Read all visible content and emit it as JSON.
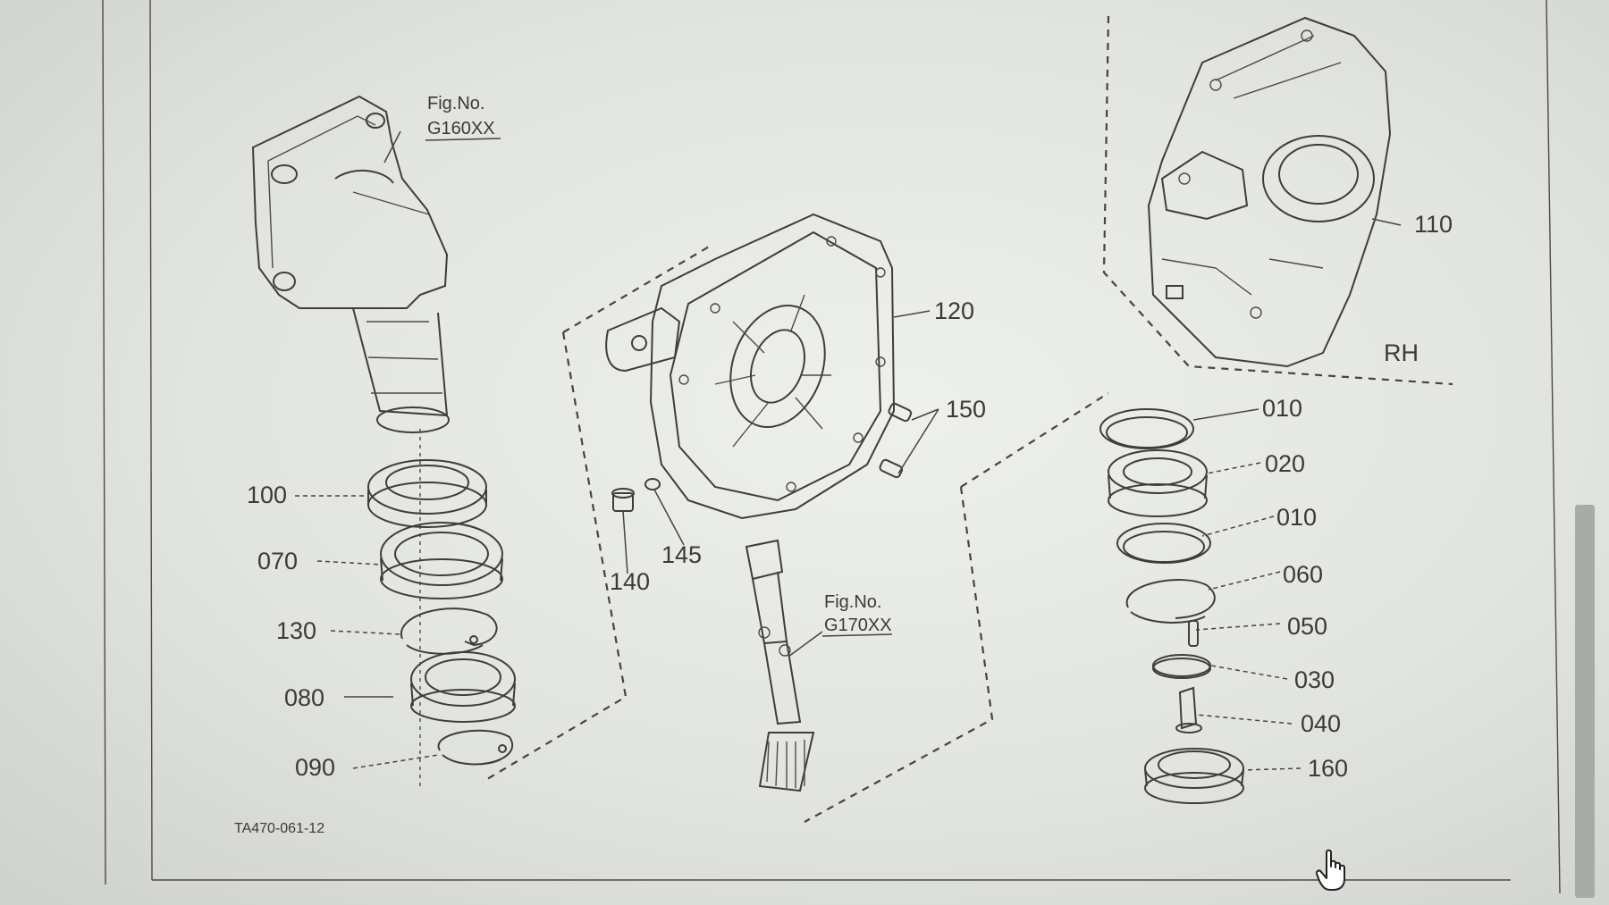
{
  "diagram": {
    "plate_code": "TA470-061-12",
    "side_label": "RH",
    "figure_refs": [
      {
        "line1": "Fig.No.",
        "line2": "G160XX"
      },
      {
        "line1": "Fig.No.",
        "line2": "G170XX"
      }
    ],
    "callouts": [
      "100",
      "070",
      "130",
      "080",
      "090",
      "120",
      "150",
      "140",
      "145",
      "110",
      "010",
      "020",
      "010",
      "060",
      "050",
      "030",
      "040",
      "160"
    ]
  },
  "colors": {
    "background": "#e6e8e4",
    "ink": "#3d3d3d"
  },
  "icons": {
    "cursor": "hand-pointer-icon"
  }
}
